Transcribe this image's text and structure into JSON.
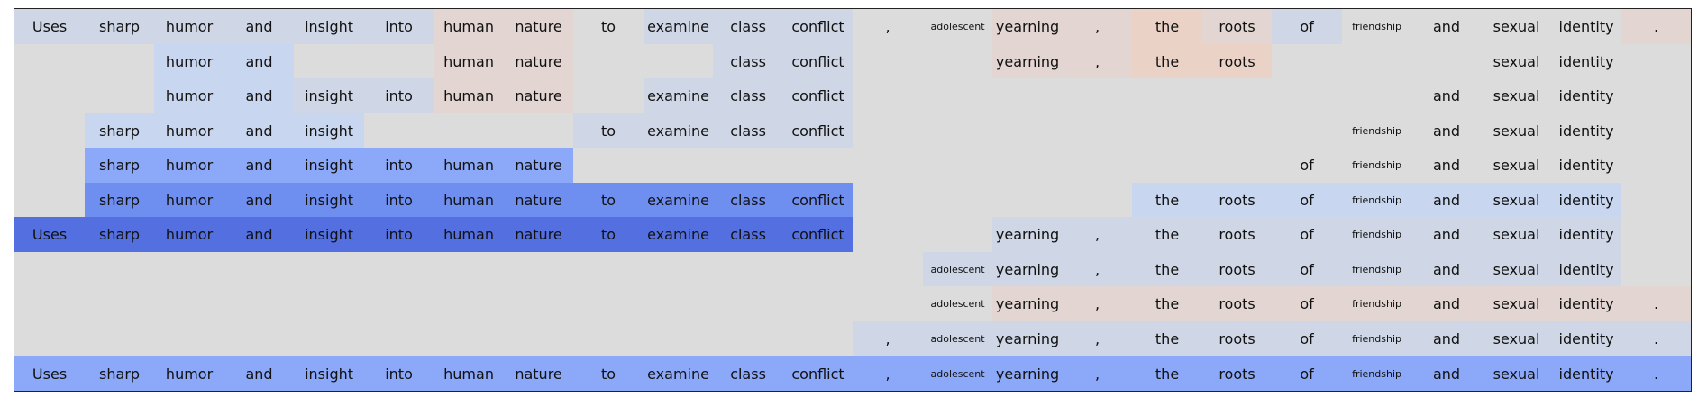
{
  "tokens": [
    "Uses",
    "sharp",
    "humor",
    "and",
    "insight",
    "into",
    "human",
    "nature",
    "to",
    "examine",
    "class",
    "conflict",
    ",",
    "adolescent",
    "yearning",
    ",",
    "the",
    "roots",
    "of",
    "friendship",
    "and",
    "sexual",
    "identity",
    "."
  ],
  "palette": {
    "0": "#dcdcdc",
    "1": "#cfd7e6",
    "2": "#c9d6ef",
    "3": "#8ca8f8",
    "4": "#6f8ff0",
    "5": "#5470e0",
    "w": "#e3d6d2",
    "o": "#ead2c6"
  },
  "rows": [
    [
      "1",
      "1",
      "1",
      "1",
      "1",
      "1",
      "w",
      "w",
      "0",
      "1",
      "1",
      "1",
      "0",
      "0",
      "w",
      "w",
      "o",
      "w",
      "1",
      "0",
      "0",
      "0",
      "0",
      "w"
    ],
    [
      "0",
      "0",
      "2",
      "2",
      "0",
      "0",
      "w",
      "w",
      "0",
      "0",
      "1",
      "1",
      "0",
      "0",
      "w",
      "w",
      "o",
      "o",
      "0",
      "0",
      "0",
      "0",
      "0",
      "0"
    ],
    [
      "0",
      "0",
      "2",
      "2",
      "1",
      "1",
      "w",
      "w",
      "0",
      "1",
      "1",
      "1",
      "0",
      "0",
      "0",
      "0",
      "0",
      "0",
      "0",
      "0",
      "0",
      "0",
      "0",
      "0"
    ],
    [
      "0",
      "2",
      "2",
      "2",
      "2",
      "0",
      "0",
      "0",
      "1",
      "1",
      "1",
      "1",
      "0",
      "0",
      "0",
      "0",
      "0",
      "0",
      "0",
      "0",
      "0",
      "0",
      "0",
      "0"
    ],
    [
      "0",
      "3",
      "3",
      "3",
      "3",
      "3",
      "3",
      "3",
      "0",
      "0",
      "0",
      "0",
      "0",
      "0",
      "0",
      "0",
      "0",
      "0",
      "0",
      "0",
      "0",
      "0",
      "0",
      "0"
    ],
    [
      "0",
      "4",
      "4",
      "4",
      "4",
      "4",
      "4",
      "4",
      "4",
      "4",
      "4",
      "4",
      "0",
      "0",
      "0",
      "0",
      "2",
      "2",
      "2",
      "2",
      "2",
      "2",
      "2",
      "0"
    ],
    [
      "5",
      "5",
      "5",
      "5",
      "5",
      "5",
      "5",
      "5",
      "5",
      "5",
      "5",
      "5",
      "0",
      "0",
      "1",
      "1",
      "1",
      "1",
      "1",
      "1",
      "1",
      "1",
      "1",
      "0"
    ],
    [
      "0",
      "0",
      "0",
      "0",
      "0",
      "0",
      "0",
      "0",
      "0",
      "0",
      "0",
      "0",
      "0",
      "1",
      "1",
      "1",
      "1",
      "1",
      "1",
      "1",
      "1",
      "1",
      "1",
      "0"
    ],
    [
      "0",
      "0",
      "0",
      "0",
      "0",
      "0",
      "0",
      "0",
      "0",
      "0",
      "0",
      "0",
      "0",
      "0",
      "w",
      "w",
      "w",
      "w",
      "w",
      "w",
      "w",
      "w",
      "w",
      "w"
    ],
    [
      "0",
      "0",
      "0",
      "0",
      "0",
      "0",
      "0",
      "0",
      "0",
      "0",
      "0",
      "0",
      "1",
      "1",
      "1",
      "1",
      "1",
      "1",
      "1",
      "1",
      "1",
      "1",
      "1",
      "1"
    ],
    [
      "3",
      "3",
      "3",
      "3",
      "3",
      "3",
      "3",
      "3",
      "3",
      "3",
      "3",
      "3",
      "3",
      "3",
      "3",
      "3",
      "3",
      "3",
      "3",
      "3",
      "3",
      "3",
      "3",
      "3"
    ]
  ],
  "visible": [
    [
      1,
      1,
      1,
      1,
      1,
      1,
      1,
      1,
      1,
      1,
      1,
      1,
      1,
      1,
      1,
      1,
      1,
      1,
      1,
      1,
      1,
      1,
      1,
      1
    ],
    [
      0,
      0,
      1,
      1,
      0,
      0,
      1,
      1,
      0,
      0,
      1,
      1,
      0,
      0,
      1,
      1,
      1,
      1,
      0,
      0,
      0,
      1,
      1,
      0
    ],
    [
      0,
      0,
      1,
      1,
      1,
      1,
      1,
      1,
      0,
      1,
      1,
      1,
      0,
      0,
      0,
      0,
      0,
      0,
      0,
      0,
      1,
      1,
      1,
      0
    ],
    [
      0,
      1,
      1,
      1,
      1,
      0,
      0,
      0,
      1,
      1,
      1,
      1,
      0,
      0,
      0,
      0,
      0,
      0,
      0,
      1,
      1,
      1,
      1,
      0
    ],
    [
      0,
      1,
      1,
      1,
      1,
      1,
      1,
      1,
      0,
      0,
      0,
      0,
      0,
      0,
      0,
      0,
      0,
      0,
      1,
      1,
      1,
      1,
      1,
      0
    ],
    [
      0,
      1,
      1,
      1,
      1,
      1,
      1,
      1,
      1,
      1,
      1,
      1,
      0,
      0,
      0,
      0,
      1,
      1,
      1,
      1,
      1,
      1,
      1,
      0
    ],
    [
      1,
      1,
      1,
      1,
      1,
      1,
      1,
      1,
      1,
      1,
      1,
      1,
      0,
      0,
      1,
      1,
      1,
      1,
      1,
      1,
      1,
      1,
      1,
      0
    ],
    [
      0,
      0,
      0,
      0,
      0,
      0,
      0,
      0,
      0,
      0,
      0,
      0,
      0,
      1,
      1,
      1,
      1,
      1,
      1,
      1,
      1,
      1,
      1,
      0
    ],
    [
      0,
      0,
      0,
      0,
      0,
      0,
      0,
      0,
      0,
      0,
      0,
      0,
      0,
      1,
      1,
      1,
      1,
      1,
      1,
      1,
      1,
      1,
      1,
      1
    ],
    [
      0,
      0,
      0,
      0,
      0,
      0,
      0,
      0,
      0,
      0,
      0,
      0,
      1,
      1,
      1,
      1,
      1,
      1,
      1,
      1,
      1,
      1,
      1,
      1
    ],
    [
      1,
      1,
      1,
      1,
      1,
      1,
      1,
      1,
      1,
      1,
      1,
      1,
      1,
      1,
      1,
      1,
      1,
      1,
      1,
      1,
      1,
      1,
      1,
      1
    ]
  ]
}
